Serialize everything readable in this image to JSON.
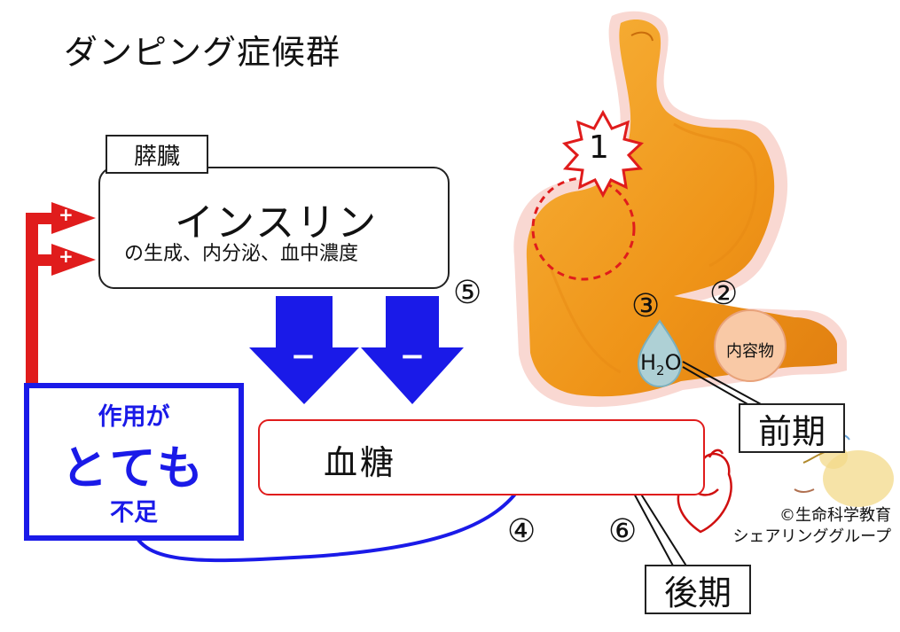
{
  "title": "ダンピング症候群",
  "pancreas": {
    "organ_label": "膵臓",
    "hormone": "インスリン",
    "description": "の生成、内分泌、血中濃度"
  },
  "blood_sugar": {
    "label": "血糖"
  },
  "effect": {
    "line1": "作用が",
    "line2": "とても",
    "line3": "不足"
  },
  "markers": {
    "n1": "1",
    "n2": "②",
    "n3": "③",
    "n4": "④",
    "n5": "⑤",
    "n6": "⑥"
  },
  "signs": {
    "plus": "+",
    "minus": "−"
  },
  "stomach": {
    "contents": "内容物",
    "water_main": "H",
    "water_sub": "2",
    "water_end": "O"
  },
  "phases": {
    "early": "前期",
    "late": "後期"
  },
  "copyright": {
    "line1": "©生命科学教育",
    "line2": "シェアリンググループ"
  },
  "colors": {
    "red": "#e01c1c",
    "blue": "#1a1ae8",
    "stomach": "#f39a1e",
    "stomach_outline": "#f3b3a8"
  }
}
